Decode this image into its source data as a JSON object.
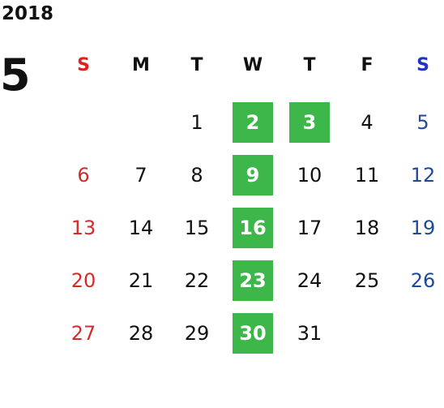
{
  "calendar": {
    "year": "2018",
    "month": "5",
    "weekdays": [
      "S",
      "M",
      "T",
      "W",
      "T",
      "F",
      "S"
    ],
    "colors": {
      "text": "#111111",
      "sunday_header": "#dd2222",
      "saturday_header": "#1f33c8",
      "sunday_day": "#d42b2b",
      "saturday_day": "#1f4a98",
      "highlight_bg": "#3db64a",
      "highlight_text": "#ffffff"
    },
    "weeks": [
      [
        {
          "label": "",
          "hl": false
        },
        {
          "label": "",
          "hl": false
        },
        {
          "label": "1",
          "hl": false
        },
        {
          "label": "2",
          "hl": true
        },
        {
          "label": "3",
          "hl": true
        },
        {
          "label": "4",
          "hl": false
        },
        {
          "label": "5",
          "hl": false
        }
      ],
      [
        {
          "label": "6",
          "hl": false
        },
        {
          "label": "7",
          "hl": false
        },
        {
          "label": "8",
          "hl": false
        },
        {
          "label": "9",
          "hl": true
        },
        {
          "label": "10",
          "hl": false
        },
        {
          "label": "11",
          "hl": false
        },
        {
          "label": "12",
          "hl": false
        }
      ],
      [
        {
          "label": "13",
          "hl": false
        },
        {
          "label": "14",
          "hl": false
        },
        {
          "label": "15",
          "hl": false
        },
        {
          "label": "16",
          "hl": true
        },
        {
          "label": "17",
          "hl": false
        },
        {
          "label": "18",
          "hl": false
        },
        {
          "label": "19",
          "hl": false
        }
      ],
      [
        {
          "label": "20",
          "hl": false
        },
        {
          "label": "21",
          "hl": false
        },
        {
          "label": "22",
          "hl": false
        },
        {
          "label": "23",
          "hl": true
        },
        {
          "label": "24",
          "hl": false
        },
        {
          "label": "25",
          "hl": false
        },
        {
          "label": "26",
          "hl": false
        }
      ],
      [
        {
          "label": "27",
          "hl": false
        },
        {
          "label": "28",
          "hl": false
        },
        {
          "label": "29",
          "hl": false
        },
        {
          "label": "30",
          "hl": true
        },
        {
          "label": "31",
          "hl": false
        },
        {
          "label": "",
          "hl": false
        },
        {
          "label": "",
          "hl": false
        }
      ]
    ]
  }
}
